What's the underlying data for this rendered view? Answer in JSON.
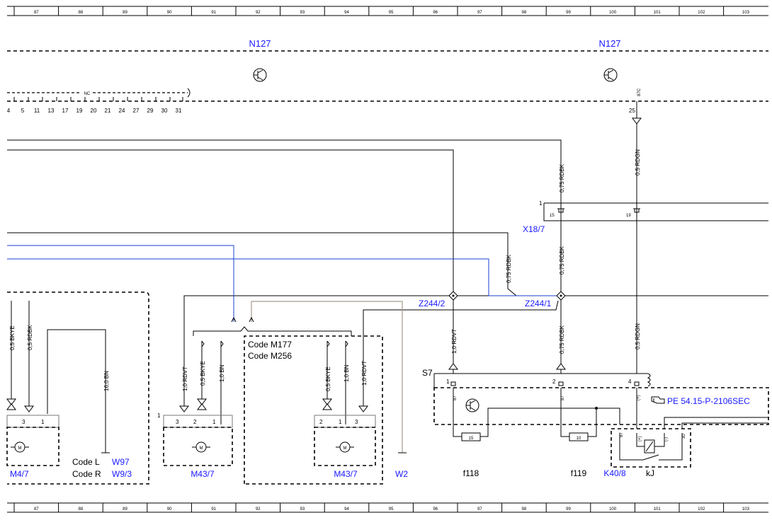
{
  "grid": {
    "columns": [
      "87",
      "88",
      "89",
      "90",
      "91",
      "92",
      "93",
      "94",
      "95",
      "96",
      "97",
      "98",
      "99",
      "100",
      "101",
      "102",
      "103"
    ]
  },
  "modules": {
    "n127_left": "N127",
    "n127_right": "N127",
    "nc": "NC",
    "pins": [
      "4",
      "5",
      "11",
      "13",
      "17",
      "19",
      "20",
      "21",
      "24",
      "27",
      "29",
      "30",
      "31"
    ],
    "pin_25": "25",
    "pin_87c": "87C"
  },
  "connectors": {
    "x18_7": "X18/7",
    "x18_pin_1": "1",
    "x18_pin_15": "15",
    "x18_pin_19": "19",
    "z244_2": "Z244/2",
    "z244_1": "Z244/1",
    "s7": "S7",
    "s7_pins": [
      "1",
      "2",
      "4"
    ]
  },
  "wires": {
    "w_075_rdbk_top": "0,75 RDBK",
    "w_05_rdgn_top": "0,5 RDGN",
    "w_075_rdbk_mid_left": "0,75 RDBK",
    "w_075_rdbk_mid_right": "0,75 RDBK",
    "w_10_rdvt_s7": "1,0 RDVT",
    "w_075_rdbk_s7": "0,75 RDBK",
    "w_05_rdgn_s7": "0,5 RDGN",
    "w_05_bkye_m4": "0,5 BKYE",
    "w_05_rdbk_m4": "0,5 RDBK",
    "w_160_bn": "16,0 BN",
    "w_10_rdvt_a": "1,0 RDVT",
    "w_05_bkye_a": "0,5 BKYE",
    "w_10_bn_a": "1,0 BN",
    "w_05_bkye_b": "0,5 BKYE",
    "w_10_bn_b": "1,0 BN",
    "w_10_rdvt_b": "1,0 RDVT"
  },
  "codes": {
    "code_m177": "Code M177",
    "code_m256": "Code M256",
    "code_l": "Code L",
    "code_r": "Code R"
  },
  "components": {
    "m4_7": "M4/7",
    "m43_7_a": "M43/7",
    "m43_7_b": "M43/7",
    "w97": "W97",
    "w9_3": "W9/3",
    "w2": "W2",
    "f118": "f118",
    "f119": "f119",
    "k40_8": "K40/8",
    "kj": "kJ",
    "fuse_15": "15",
    "fuse_10": "10",
    "ref": "PE 54.15-P-2106SEC"
  },
  "pin_numbers": {
    "m4_pins": [
      "3",
      "1"
    ],
    "m43a_pins": [
      "1",
      "3",
      "2",
      "1"
    ],
    "m43b_pins": [
      "2",
      "1",
      "3"
    ],
    "relay_pins": [
      "87",
      "87",
      "87",
      "(+)",
      "(-)",
      "30"
    ]
  }
}
